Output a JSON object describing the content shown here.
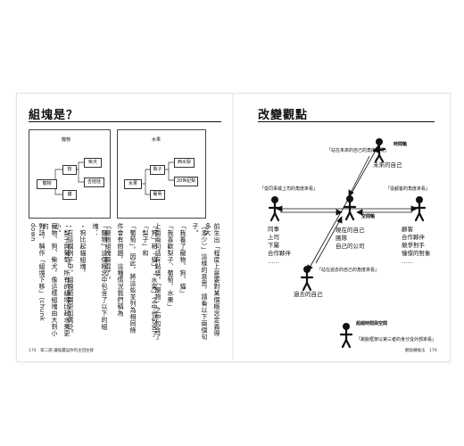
{
  "left_page": {
    "title": "組塊是？",
    "diagram1": {
      "root": "寵物",
      "top_label": "寵物",
      "mid1": "狗",
      "mid2": "貓",
      "leaf1": "柴犬",
      "leaf2": "吉娃娃"
    },
    "diagram2": {
      "top_label": "水果",
      "root": "水果",
      "mid1": "梨子",
      "mid2": "葡萄",
      "leaf1": "西水梨",
      "leaf2": "20世紀梨"
    },
    "columns": [
      "對話，稱作「組塊下移」（chunk down",
      "寵物、狗、柴犬，像這樣組塊由大到小的",
      "・梨子與葡萄，所有的組塊比起水果更小。",
      "・在這個例子中，組塊範圍更加廣泛。",
      "・狗比起貓組塊，",
      "「寵物」這個概念中包含了以下的組塊：",
      "「寵物組塊搞混了。",
      "件會有問題，這種情況我們稱為",
      "「葡萄」，因此，將這些並列為相同條",
      "「狗」和「貓」、「水果」之中也包含了「梨子」和",
      "上面兩句話有點怪。「寵物」之中包含了",
      "「我喜歡梨子、葡萄、水果」",
      "「我養了寵物、狗、貓」",
      "（多少）」這樣的意思，請看以下兩個句子。",
      "前生出「程度上是要對某個概念定義得多大"
    ],
    "footer": "174　第二部 讓換邏設你的主回往接"
  },
  "right_page": {
    "title": "改變觀點",
    "axis_time": "時間軸",
    "axis_space": "空間軸",
    "quote_future": "「站在未來的自己的角度來看」",
    "quote_boss": "「從同事或上司的角度來看」",
    "quote_customer": "「從顧客的角度來看」",
    "quote_past": "「站在過去的自己的角度來看」",
    "future_self": "未來的自己",
    "current_self": "現在的自己",
    "group": "團隊",
    "company": "自己的公司",
    "past_self": "過去的自己",
    "left_list": [
      "同事",
      "上司",
      "下屬",
      "合作夥伴",
      "……"
    ],
    "right_list": [
      "顧客",
      "合作夥伴",
      "競爭對手",
      "憧憬的對象",
      "……"
    ],
    "transcend": "超越時間與空間",
    "transcend_quote": "「跳脫框架以第三者的身分從外部來看」",
    "footer": "觀點轉換法　179"
  }
}
